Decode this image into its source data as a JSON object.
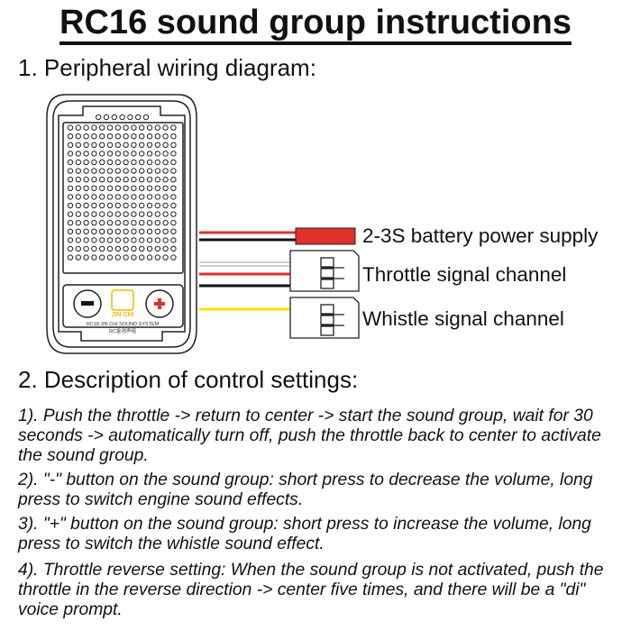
{
  "title": "RC16 sound group instructions",
  "section1": {
    "heading": "1. Peripheral wiring diagram:",
    "device": {
      "brand": "JIN CHI",
      "model_line": "RC18 JIN CHI SOUND SYSTEM",
      "chinese_line": "RC金池声组",
      "minus_icon": "minus-icon",
      "plus_icon": "plus-icon"
    },
    "connections": [
      {
        "label": "2-3S battery power supply",
        "color": "#e2302a"
      },
      {
        "label": "Throttle signal channel"
      },
      {
        "label": "Whistle signal channel",
        "color": "#f5e400"
      }
    ]
  },
  "section2": {
    "heading": "2. Description of control settings:",
    "items": [
      "1). Push the throttle -> return to center -> start the sound group, wait for 30 seconds -> automatically turn off, push the throttle back to center to activate the sound group.",
      "2). \"-\" button on the sound group: short press to decrease the volume, long press to switch engine sound effects.",
      "3). \"+\" button on the sound group: short press to increase the volume, long press to switch the whistle sound effect.",
      "4). Throttle reverse setting: When the sound group is not activated, push the throttle in the reverse direction -> center five times, and there will be a \"di\" voice prompt."
    ]
  }
}
